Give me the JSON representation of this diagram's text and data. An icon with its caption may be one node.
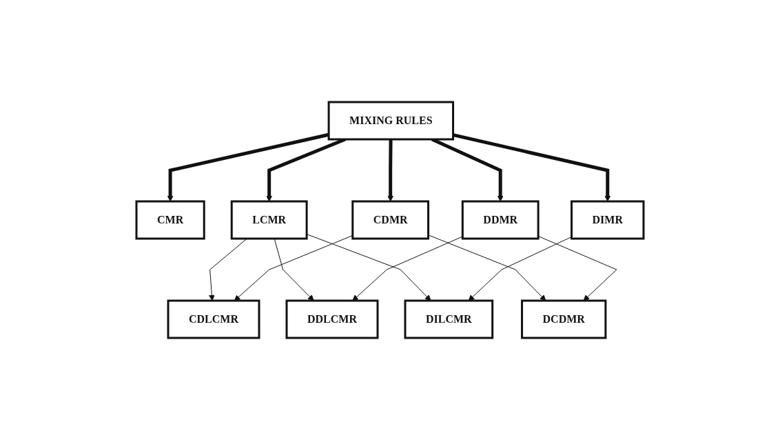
{
  "diagram": {
    "nodes": [
      {
        "text": [
          "MIXING RULES"
        ]
      },
      {
        "text": [
          "CMR"
        ]
      },
      {
        "text": [
          "LCMR"
        ]
      },
      {
        "text": [
          "DDMR"
        ]
      },
      {
        "text": [
          "CDMR"
        ]
      },
      {
        "text": [
          "DIMR"
        ]
      },
      {
        "text": [
          "CDLCMR"
        ]
      },
      {
        "text": [
          "DDLCMR"
        ]
      },
      {
        "text": [
          "DCDMR"
        ]
      },
      {
        "text": [
          "DILCMR"
        ]
      }
    ],
    "edges": [
      {
        "from": 0,
        "to": 1,
        "arrow": "to",
        "style": "thick"
      },
      {
        "from": 0,
        "to": 2,
        "arrow": "to",
        "style": "thick"
      },
      {
        "from": 0,
        "to": 3,
        "arrow": "to",
        "style": "thick"
      },
      {
        "from": 0,
        "to": 4,
        "arrow": "to",
        "style": "thick"
      },
      {
        "from": 0,
        "to": 5,
        "arrow": "to",
        "style": "thick"
      },
      {
        "from": 2,
        "to": 6,
        "arrow": "to"
      },
      {
        "from": 2,
        "to": 7,
        "arrow": "to"
      },
      {
        "from": 2,
        "to": 9,
        "arrow": "to"
      },
      {
        "from": 4,
        "to": 6,
        "arrow": "to"
      },
      {
        "from": 4,
        "to": 8,
        "arrow": "to"
      },
      {
        "from": 3,
        "to": 7,
        "arrow": "to"
      },
      {
        "from": 3,
        "to": 8,
        "arrow": "to"
      },
      {
        "from": 5,
        "to": 9,
        "arrow": "to"
      }
    ]
  }
}
